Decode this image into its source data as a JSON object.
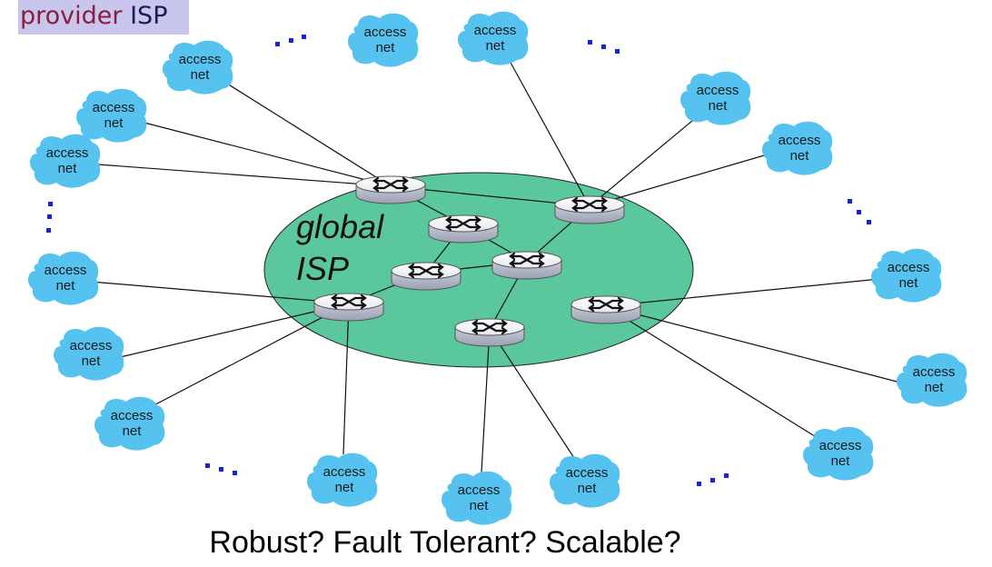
{
  "title": {
    "word1": "provider",
    "word2": "ISP"
  },
  "core_label": {
    "line1": "global",
    "line2": "ISP"
  },
  "access_net_label": {
    "line1": "access",
    "line2": "net"
  },
  "caption": "Robust? Fault Tolerant? Scalable?",
  "colors": {
    "core_fill": "#5ac89c",
    "access_fill": "#55c2f0",
    "router_body": "#d3d7e4",
    "ellipsis": "#1a22d8"
  },
  "icons": {
    "router": "router-icon",
    "access_network": "cloud-icon"
  }
}
